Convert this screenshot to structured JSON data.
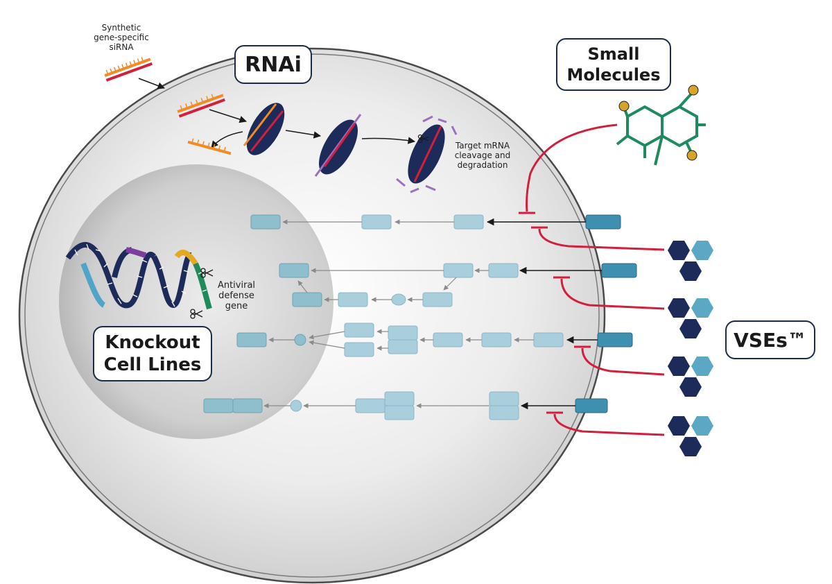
{
  "labels": {
    "rnai": "RNAi",
    "small_molecules": [
      "Small",
      "Molecules"
    ],
    "vses": "VSEs™",
    "knockout": [
      "Knockout",
      "Cell Lines"
    ],
    "sirna": [
      "Synthetic",
      "gene-specific",
      "siRNA"
    ],
    "target": [
      "Target mRNA",
      "cleavage and",
      "degradation"
    ],
    "antiviral": [
      "Antiviral",
      "defense",
      "gene"
    ]
  },
  "colors": {
    "navy": "#1c2b5a",
    "inhibitor_red": "#d21f3c",
    "molecule_green": "#1e8a5e",
    "molecule_node": "#d6a42a",
    "receptor_blue": "#3f8fb0",
    "pathway_box": "#a9cfdc",
    "hex_light": "#5aa8c4",
    "sirna_orange": "#f08c28",
    "mrna_purple": "#9b6fc4",
    "nucleus_grey": "#c8c8c8",
    "gene_yellow": "#e2a921",
    "gene_green": "#1f8a5a",
    "gene_purple": "#7b3e9c",
    "gene_teal": "#4fa4c8"
  },
  "icons": {
    "scissors": "scissors-icon",
    "molecule": "small-molecule-icon",
    "vse": "vse-hexagon-icon"
  }
}
